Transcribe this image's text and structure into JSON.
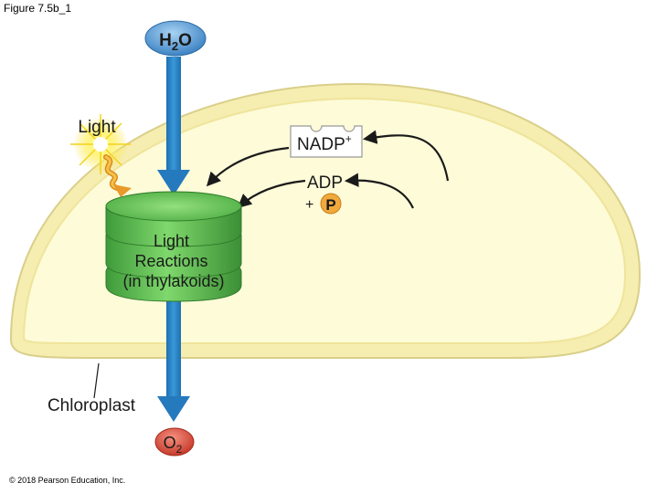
{
  "figure_label": "Figure 7.5b_1",
  "copyright": "© 2018 Pearson Education, Inc.",
  "labels": {
    "water": {
      "main": "H",
      "sub": "2",
      "tail": "O"
    },
    "oxygen": {
      "main": "O",
      "sub": "2"
    },
    "light": "Light",
    "nadp": {
      "main": "NADP",
      "sup": "+"
    },
    "adp": "ADP",
    "plus": "+",
    "phosphate": "P",
    "light_reactions": [
      "Light",
      "Reactions",
      "(in thylakoids)"
    ],
    "chloroplast": "Chloroplast"
  },
  "colors": {
    "chloroplast_fill": "#fdfbd6",
    "chloroplast_membrane": "#f4e78a",
    "water_bubble": "#5b9bd5",
    "oxygen_bubble": "#d94a3b",
    "flow_arrow": "#2f86c8",
    "thylakoid_green": "#5cbf4f",
    "sun_yellow": "#f9e23b",
    "phosphate_orange": "#f2a93b"
  }
}
